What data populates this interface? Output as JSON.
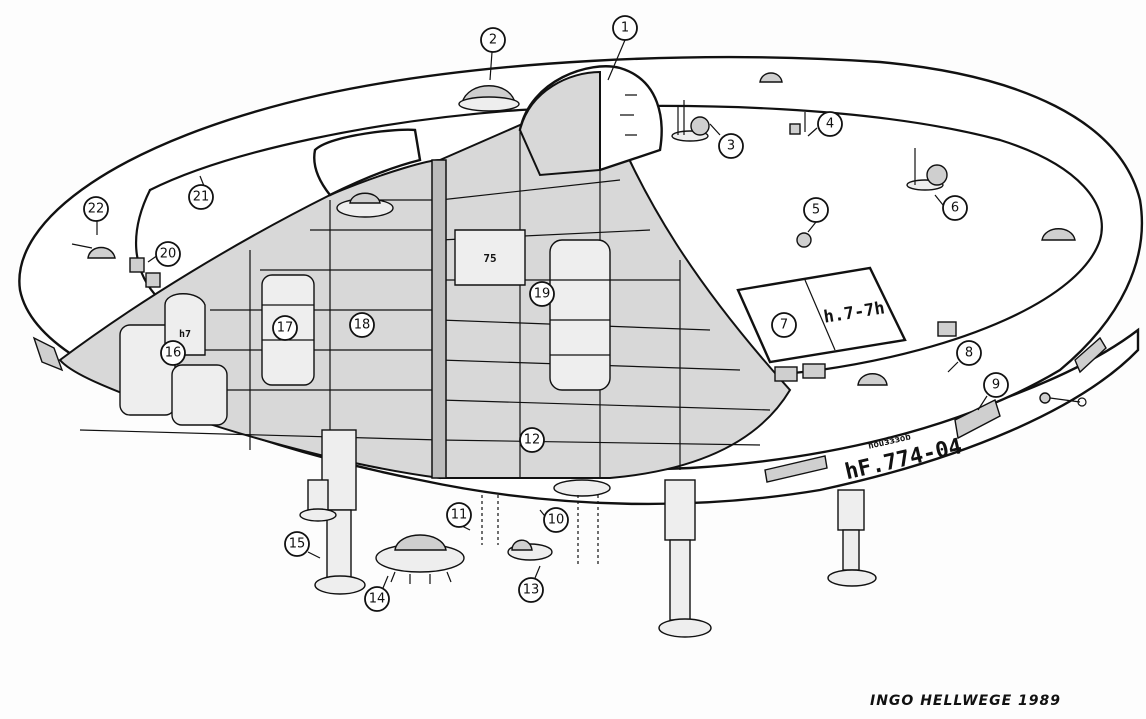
{
  "illustration": {
    "subject": "Flying saucer cutaway",
    "signature": "INGO HELLWEGE 1989",
    "hull_registration": "hF.774-04",
    "hull_small_text": "hӧuɜɜɜőb",
    "deck_marking": "h.7-7h",
    "interior_markings": [
      "75",
      "h7"
    ],
    "callouts": [
      {
        "number": "1"
      },
      {
        "number": "2"
      },
      {
        "number": "3"
      },
      {
        "number": "4"
      },
      {
        "number": "5"
      },
      {
        "number": "6"
      },
      {
        "number": "7"
      },
      {
        "number": "8"
      },
      {
        "number": "9"
      },
      {
        "number": "10"
      },
      {
        "number": "11"
      },
      {
        "number": "12"
      },
      {
        "number": "13"
      },
      {
        "number": "14"
      },
      {
        "number": "15"
      },
      {
        "number": "16"
      },
      {
        "number": "17"
      },
      {
        "number": "18"
      },
      {
        "number": "19"
      },
      {
        "number": "20"
      },
      {
        "number": "21"
      },
      {
        "number": "22"
      }
    ]
  }
}
